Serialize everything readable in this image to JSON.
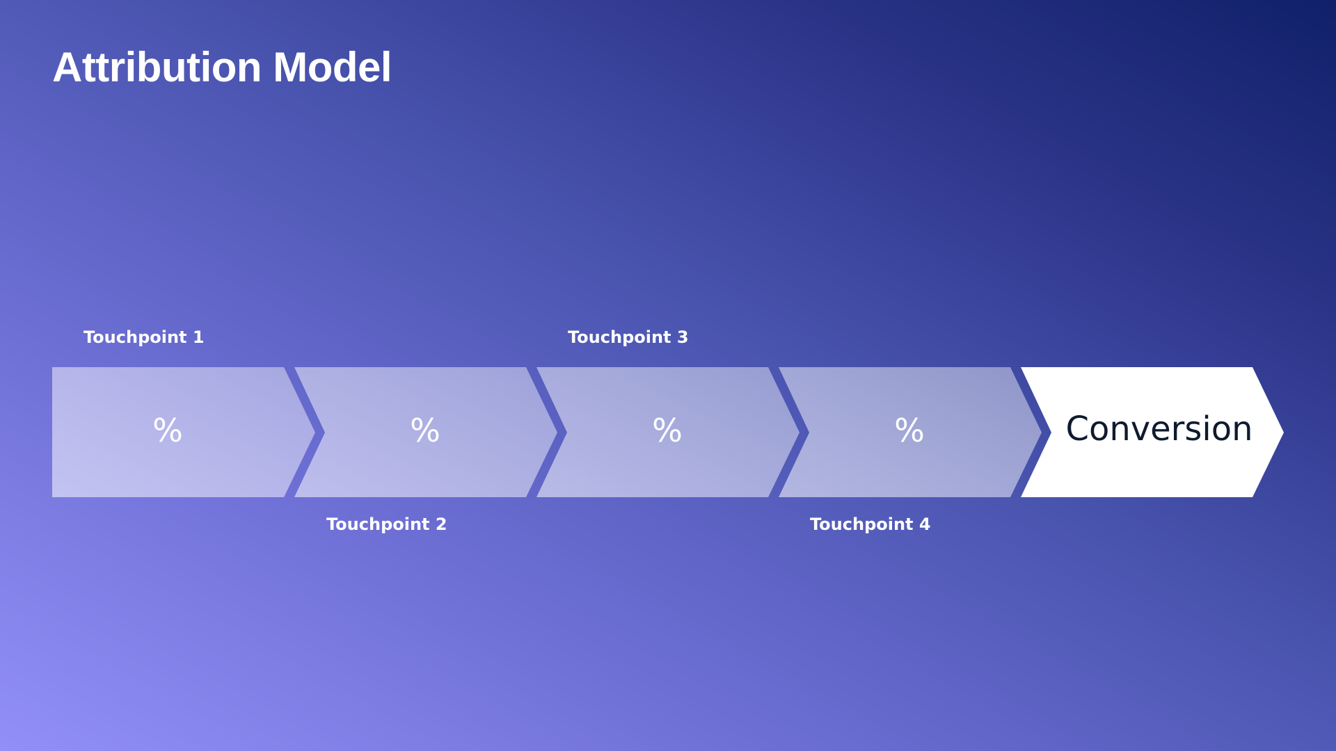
{
  "title": "Attribution Model",
  "colors": {
    "background_top_right": "#10206a",
    "background_bottom_left": "#9290f8",
    "touchpoint_fill": "rgba(255,255,255,0.45)",
    "conversion_fill": "#ffffff",
    "conversion_text": "#0f1a2e"
  },
  "touchpoints": [
    {
      "label": "Touchpoint 1",
      "value": "%",
      "label_position": "above"
    },
    {
      "label": "Touchpoint 2",
      "value": "%",
      "label_position": "below"
    },
    {
      "label": "Touchpoint 3",
      "value": "%",
      "label_position": "above"
    },
    {
      "label": "Touchpoint 4",
      "value": "%",
      "label_position": "below"
    }
  ],
  "conversion": {
    "label": "Conversion"
  }
}
